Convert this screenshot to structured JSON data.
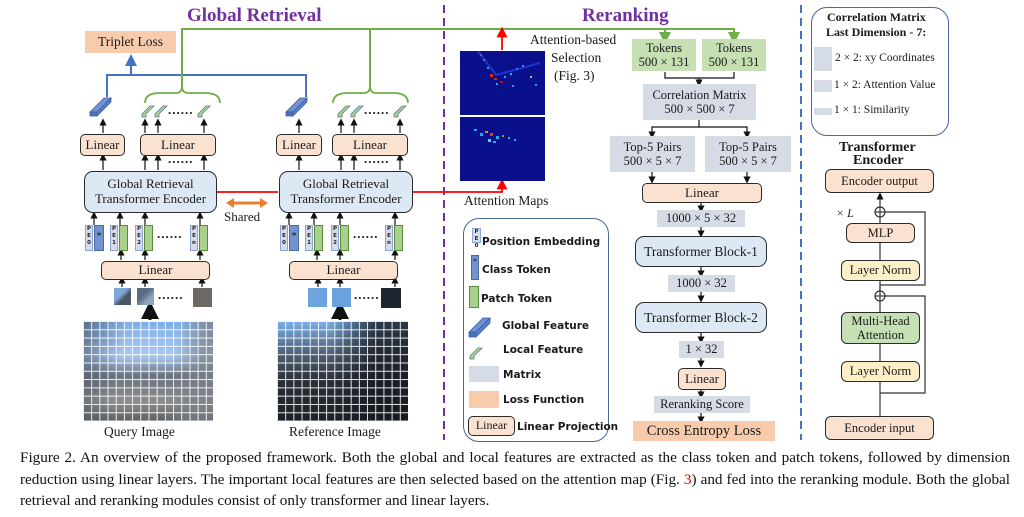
{
  "sections": {
    "global_retrieval": "Global Retrieval",
    "reranking": "Reranking"
  },
  "global_retrieval": {
    "triplet_loss": "Triplet Loss",
    "linear_label": "Linear",
    "encoder_label_line1": "Global Retrieval",
    "encoder_label_line2": "Transformer Encoder",
    "shared_label": "Shared",
    "pe_labels": [
      "P E 0",
      "P E 1",
      "P E 2",
      "P E n"
    ],
    "class_token_symbol": "*",
    "dots": "......",
    "query_image_label": "Query Image",
    "reference_image_label": "Reference Image"
  },
  "attention": {
    "selection_line1": "Attention-based",
    "selection_line2": "Selection",
    "selection_line3": "(Fig. 3)",
    "maps_label": "Attention Maps"
  },
  "legend": {
    "items": [
      {
        "icon": "position-embedding-icon",
        "label": "Position Embedding"
      },
      {
        "icon": "class-token-icon",
        "label": "Class Token"
      },
      {
        "icon": "patch-token-icon",
        "label": "Patch Token"
      },
      {
        "icon": "global-feature-icon",
        "label": "Global Feature"
      },
      {
        "icon": "local-feature-icon",
        "label": "Local Feature"
      },
      {
        "icon": "matrix-swatch",
        "label": "Matrix"
      },
      {
        "icon": "loss-function-swatch",
        "label": "Loss Function"
      },
      {
        "icon": "linear-box",
        "label": "Linear Projection",
        "box_label": "Linear"
      }
    ]
  },
  "reranking": {
    "tokens_title": "Tokens",
    "tokens_dim": "500 × 131",
    "corr_title": "Correlation Matrix",
    "corr_dim": "500 × 500 × 7",
    "top5_title": "Top-5 Pairs",
    "top5_dim": "500 × 5 × 7",
    "linear_label": "Linear",
    "dim1": "1000 × 5 × 32",
    "block1": "Transformer Block-1",
    "dim2": "1000 × 32",
    "block2": "Transformer Block-2",
    "dim3": "1 × 32",
    "linear2_label": "Linear",
    "score": "Reranking Score",
    "loss": "Cross Entropy Loss"
  },
  "corr_legend": {
    "title_line1": "Correlation Matrix",
    "title_line2": "Last Dimension - 7:",
    "items": [
      "2 × 2: xy Coordinates",
      "1 × 2: Attention Value",
      "1 × 1: Similarity"
    ]
  },
  "transformer_encoder": {
    "title_line1": "Transformer",
    "title_line2": "Encoder",
    "output": "Encoder output",
    "repeat": "× L",
    "mlp": "MLP",
    "layer_norm": "Layer Norm",
    "mha_line1": "Multi-Head",
    "mha_line2": "Attention",
    "input": "Encoder input"
  },
  "caption": {
    "part1": "Figure 2.  An overview of the proposed framework.  Both the global and local features are extracted as the class token and patch tokens, followed by dimension reduction using linear layers. The important local features are then selected based on the attention map (Fig. ",
    "ref": "3",
    "part2": ") and fed into the reranking module. Both the global retrieval and reranking modules consist of only transformer and linear layers."
  },
  "colors": {
    "section_title": "#7030a0",
    "global_branch": "#4472c4",
    "local_branch": "#70ad47",
    "attention_arrow": "#ff0000",
    "shared_arrow": "#ed7d31",
    "linear_fill": "#fbe1d0",
    "encoder_fill": "#dce8f4",
    "matrix_fill": "#d6dce6",
    "tokens_fill": "#c6e0b4",
    "loss_fill": "#f8cbad"
  }
}
